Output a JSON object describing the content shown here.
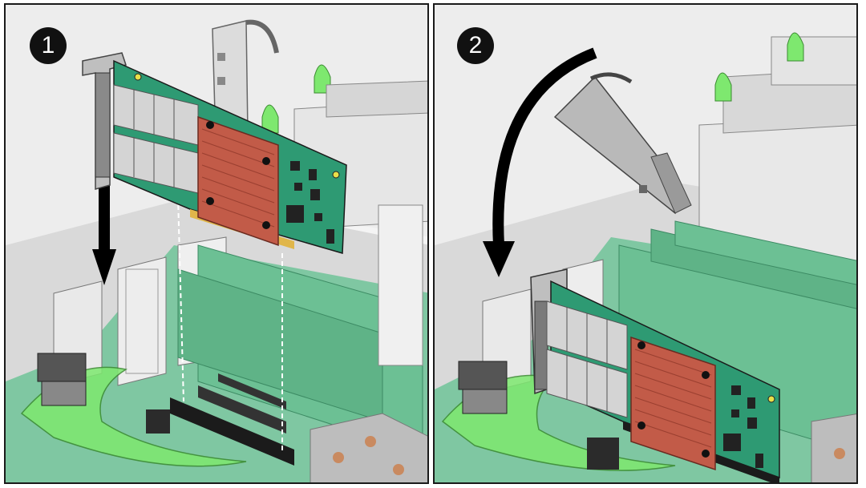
{
  "steps": [
    {
      "number": "1"
    },
    {
      "number": "2"
    }
  ],
  "colors": {
    "pcb": "#2e9a73",
    "pcb_dark": "#207a58",
    "heatsink": "#c25b48",
    "chassis": "#e3e3e3",
    "motherboard": "#7fc7a2",
    "latch_green": "#7ee86f",
    "slot_black": "#1b1b1b",
    "arrow": "#000000"
  },
  "icons": [
    "pcie-card",
    "pcie-slot",
    "retaining-bracket",
    "insert-arrow",
    "rotate-arrow",
    "alignment-guide"
  ]
}
